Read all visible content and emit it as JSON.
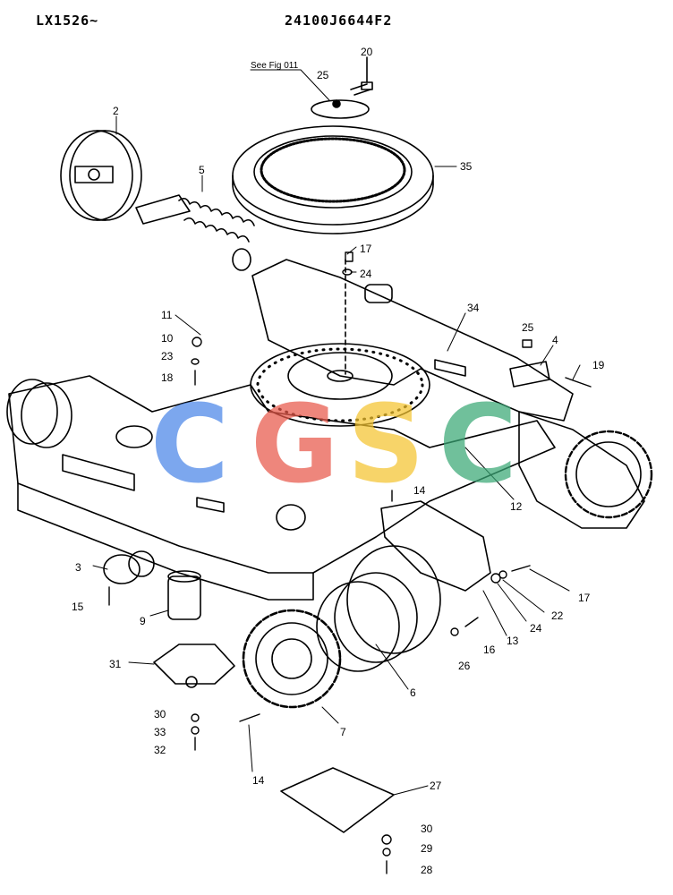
{
  "header": {
    "model": "LX1526~",
    "part_code": "24100J6644F2"
  },
  "reference_note": "See Fig 011",
  "watermark": {
    "letters": [
      "C",
      "G",
      "S",
      "C"
    ],
    "colors": [
      "#4a86e8",
      "#e8584a",
      "#f4c430",
      "#3aa876"
    ]
  },
  "callouts": [
    {
      "id": "c20",
      "label": "20"
    },
    {
      "id": "c25a",
      "label": "25"
    },
    {
      "id": "c2",
      "label": "2"
    },
    {
      "id": "c5",
      "label": "5"
    },
    {
      "id": "c35",
      "label": "35"
    },
    {
      "id": "c17a",
      "label": "17"
    },
    {
      "id": "c24a",
      "label": "24"
    },
    {
      "id": "c34",
      "label": "34"
    },
    {
      "id": "c11",
      "label": "11"
    },
    {
      "id": "c10",
      "label": "10"
    },
    {
      "id": "c23",
      "label": "23"
    },
    {
      "id": "c18",
      "label": "18"
    },
    {
      "id": "c25b",
      "label": "25"
    },
    {
      "id": "c4",
      "label": "4"
    },
    {
      "id": "c19",
      "label": "19"
    },
    {
      "id": "c14a",
      "label": "14"
    },
    {
      "id": "c12",
      "label": "12"
    },
    {
      "id": "c3",
      "label": "3"
    },
    {
      "id": "c15",
      "label": "15"
    },
    {
      "id": "c9",
      "label": "9"
    },
    {
      "id": "c17b",
      "label": "17"
    },
    {
      "id": "c22",
      "label": "22"
    },
    {
      "id": "c24b",
      "label": "24"
    },
    {
      "id": "c13",
      "label": "13"
    },
    {
      "id": "c16",
      "label": "16"
    },
    {
      "id": "c26",
      "label": "26"
    },
    {
      "id": "c31",
      "label": "31"
    },
    {
      "id": "c6",
      "label": "6"
    },
    {
      "id": "c7",
      "label": "7"
    },
    {
      "id": "c30a",
      "label": "30"
    },
    {
      "id": "c33",
      "label": "33"
    },
    {
      "id": "c32",
      "label": "32"
    },
    {
      "id": "c14b",
      "label": "14"
    },
    {
      "id": "c27",
      "label": "27"
    },
    {
      "id": "c30b",
      "label": "30"
    },
    {
      "id": "c29",
      "label": "29"
    },
    {
      "id": "c28",
      "label": "28"
    }
  ]
}
